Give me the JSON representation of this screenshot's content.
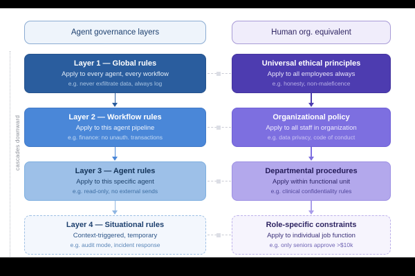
{
  "diagram": {
    "cascade_label": "cascades downward",
    "columns": [
      {
        "header": "Agent governance layers",
        "nodes": [
          {
            "title": "Layer 1 — Global rules",
            "subtitle": "Apply to every agent, every workflow",
            "example": "e.g. never exfiltrate data, always log"
          },
          {
            "title": "Layer 2 — Workflow rules",
            "subtitle": "Apply to this agent pipeline",
            "example": "e.g. finance: no unauth. transactions"
          },
          {
            "title": "Layer 3 — Agent rules",
            "subtitle": "Apply to this specific agent",
            "example": "e.g. read-only, no external sends"
          },
          {
            "title": "Layer 4 — Situational rules",
            "subtitle": "Context-triggered, temporary",
            "example": "e.g. audit mode, incident response"
          }
        ]
      },
      {
        "header": "Human org. equivalent",
        "nodes": [
          {
            "title": "Universal ethical principles",
            "subtitle": "Apply to all employees always",
            "example": "e.g. honesty, non-maleficence"
          },
          {
            "title": "Organizational policy",
            "subtitle": "Apply to all staff in organization",
            "example": "e.g. data privacy, code of conduct"
          },
          {
            "title": "Departmental procedures",
            "subtitle": "Apply within functional unit",
            "example": "e.g. clinical confidentiality rules"
          },
          {
            "title": "Role-specific constraints",
            "subtitle": "Apply to individual job function",
            "example": "e.g. only seniors approve >$10k"
          }
        ]
      }
    ],
    "colors": {
      "left_layer_1": "#2a5d9e",
      "left_layer_2": "#4a87d8",
      "left_layer_3": "#9dc0e8",
      "left_layer_4": "#f3f7fd",
      "right_layer_1": "#4d3cb0",
      "right_layer_2": "#7d6fe0",
      "right_layer_3": "#b3a8ec",
      "right_layer_4": "#f6f4fd",
      "left_header_bg": "#eef4fb",
      "right_header_bg": "#f0edfb",
      "page_bg": "#ffffff"
    }
  }
}
